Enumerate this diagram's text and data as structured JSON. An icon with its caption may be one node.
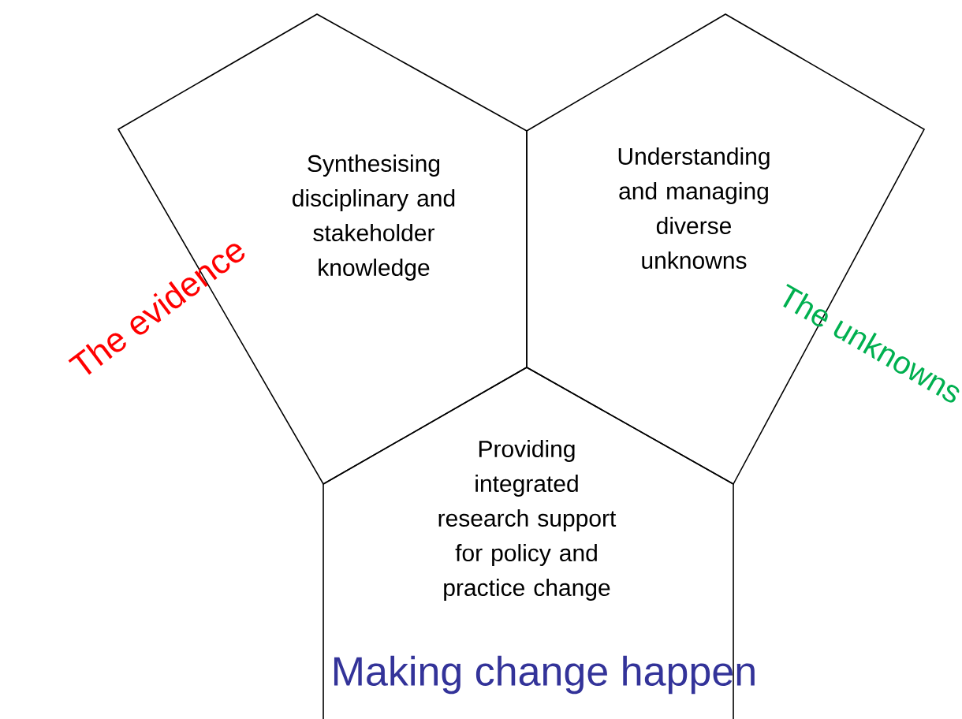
{
  "diagram": {
    "nodes": [
      {
        "text": [
          "Synthesising disciplinary and stakeholder knowledge"
        ]
      },
      {
        "text": [
          "Understanding and managing diverse unknowns"
        ]
      },
      {
        "text": [
          "Providing integrated research support for policy and practice change"
        ]
      }
    ],
    "labels": [
      "The evidence",
      "The unknowns",
      "Making change happen"
    ]
  }
}
